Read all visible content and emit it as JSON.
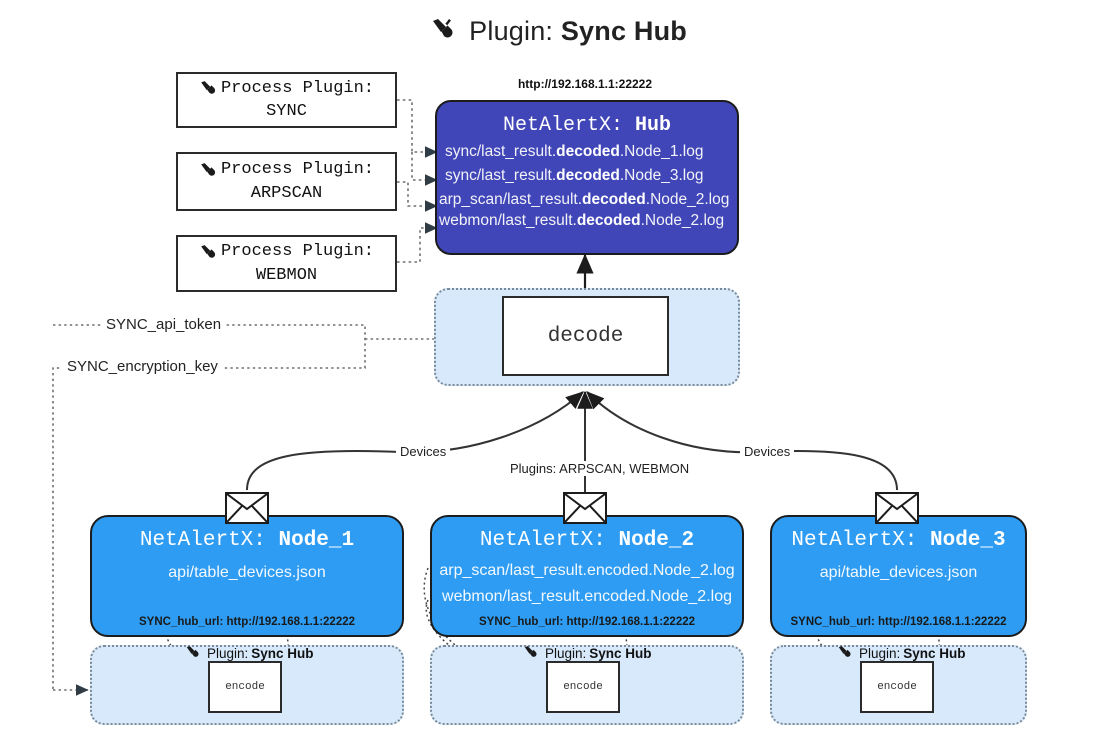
{
  "title": {
    "icon": "plug-icon",
    "prefix": "Plugin:",
    "name": "Sync Hub"
  },
  "process_plugins": [
    {
      "icon": "plug-icon",
      "line1": "Process Plugin:",
      "line2": "SYNC"
    },
    {
      "icon": "plug-icon",
      "line1": "Process Plugin:",
      "line2": "ARPSCAN"
    },
    {
      "icon": "plug-icon",
      "line1": "Process Plugin:",
      "line2": "WEBMON"
    }
  ],
  "hub": {
    "url": "http://192.168.1.1:22222",
    "title_prefix": "NetAlertX:",
    "title_name": "Hub",
    "rows": [
      {
        "pre": "sync/last_result.",
        "mid": "decoded",
        "post": ".Node_1.log"
      },
      {
        "pre": "sync/last_result.",
        "mid": "decoded",
        "post": ".Node_3.log"
      },
      {
        "pre": "arp_scan/last_result.",
        "mid": "decoded",
        "post": ".Node_2.log"
      },
      {
        "pre": "webmon/last_result.",
        "mid": "decoded",
        "post": ".Node_2.log"
      }
    ]
  },
  "decode": {
    "label": "decode"
  },
  "secrets": [
    {
      "label": "SYNC_api_token"
    },
    {
      "label": "SYNC_encryption_key"
    }
  ],
  "edge_labels": {
    "left_devices": "Devices",
    "center_plugins": "Plugins: ARPSCAN, WEBMON",
    "right_devices": "Devices"
  },
  "nodes": [
    {
      "title_prefix": "NetAlertX:",
      "title_name": "Node_1",
      "lines": [
        "api/table_devices.json"
      ],
      "footer": "SYNC_hub_url: http://192.168.1.1:22222",
      "envelope": "envelope-icon"
    },
    {
      "title_prefix": "NetAlertX:",
      "title_name": "Node_2",
      "lines": [
        "arp_scan/last_result.encoded.Node_2.log",
        "webmon/last_result.encoded.Node_2.log"
      ],
      "footer": "SYNC_hub_url: http://192.168.1.1:22222",
      "envelope": "envelope-icon"
    },
    {
      "title_prefix": "NetAlertX:",
      "title_name": "Node_3",
      "lines": [
        "api/table_devices.json"
      ],
      "footer": "SYNC_hub_url: http://192.168.1.1:22222",
      "envelope": "envelope-icon"
    }
  ],
  "encoders": [
    {
      "plugin_prefix": "Plugin:",
      "plugin_name": "Sync Hub",
      "label": "encode"
    },
    {
      "plugin_prefix": "Plugin:",
      "plugin_name": "Sync Hub",
      "label": "encode"
    },
    {
      "plugin_prefix": "Plugin:",
      "plugin_name": "Sync Hub",
      "label": "encode"
    }
  ],
  "colors": {
    "hub_fill": "#4046b8",
    "node_fill": "#2d9cf2",
    "container_fill": "#d7e9fa",
    "stroke": "#1c1c1c"
  }
}
